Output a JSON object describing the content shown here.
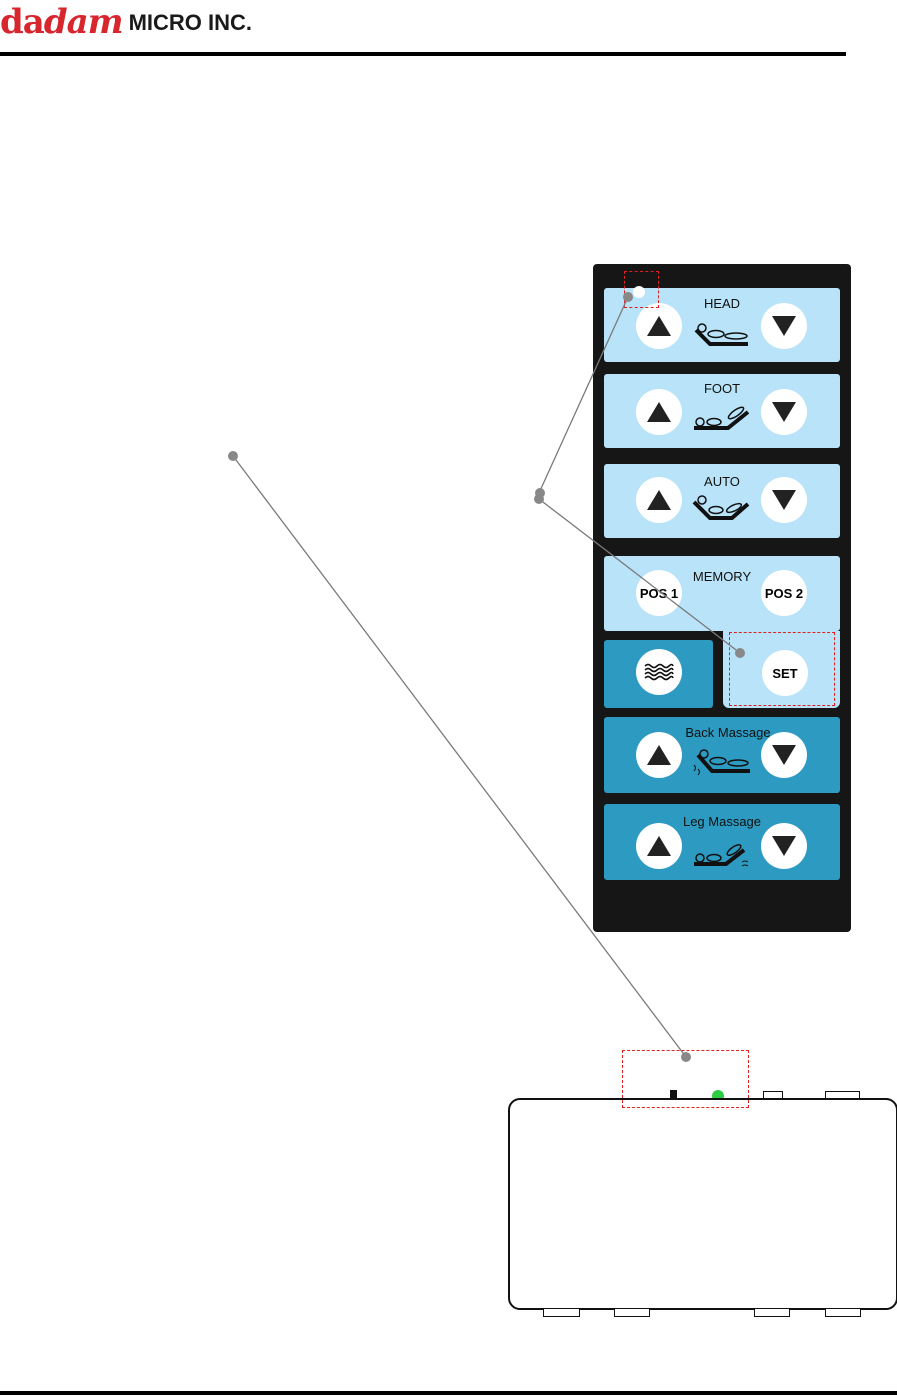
{
  "header": {
    "brand_part1": "da",
    "brand_part2": "dam",
    "company": "MICRO INC."
  },
  "remote": {
    "head": {
      "label": "HEAD",
      "up_icon": "triangle-up",
      "down_icon": "triangle-down",
      "icon": "bed-head-raise"
    },
    "foot": {
      "label": "FOOT",
      "up_icon": "triangle-up",
      "down_icon": "triangle-down",
      "icon": "bed-foot-raise"
    },
    "auto": {
      "label": "AUTO",
      "up_icon": "triangle-up",
      "down_icon": "triangle-down",
      "icon": "bed-auto"
    },
    "memory": {
      "label": "MEMORY",
      "pos1": "POS 1",
      "pos2": "POS 2",
      "set": "SET"
    },
    "wave": {
      "icon": "wave-icon"
    },
    "back_massage": {
      "label": "Back Massage",
      "icon": "back-massage"
    },
    "leg_massage": {
      "label": "Leg  Massage",
      "icon": "leg-massage"
    }
  },
  "colors": {
    "panel_light": "#b8e3f8",
    "panel_dark": "#2d9ac1",
    "remote_body": "#161616",
    "brand_red": "#d8262f",
    "led_green": "#2ecc40",
    "callout_red": "#e02020",
    "leader_gray": "#7a7a7a"
  }
}
